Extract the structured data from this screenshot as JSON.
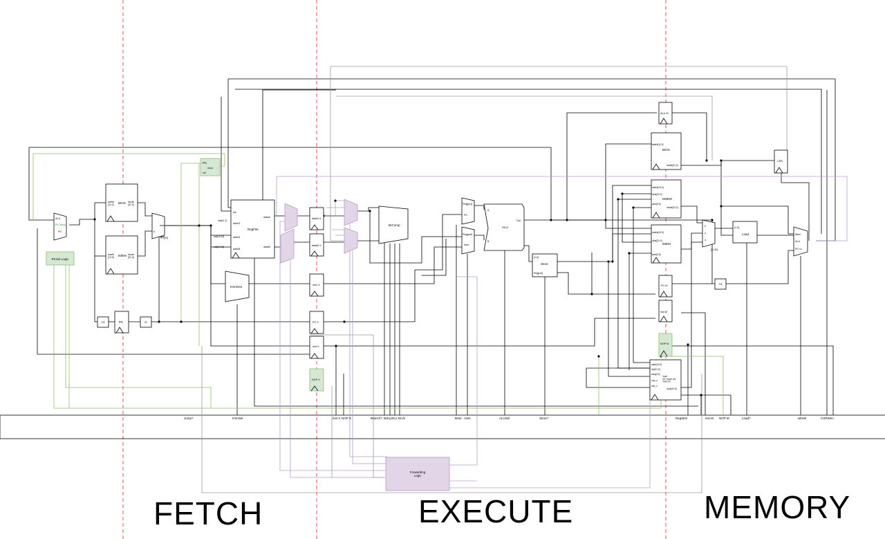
{
  "stages": {
    "fetch": "FETCH",
    "execute": "EXECUTE",
    "memory": "MEMORY"
  },
  "colors": {
    "line": "#000000",
    "green_line": "#8fbf6a",
    "purple_line": "#b49cc8",
    "gray_line": "#9a9a9a",
    "green_fill": "#d5e8d4",
    "purple_fill": "#e1d5e7",
    "stage_divider": "#e02020"
  },
  "blocks": {
    "pc_sel_logic": "PCSel Logic",
    "pc_clock": {
      "title": "PC",
      "clock": "clock",
      "init": "init"
    },
    "pc_mux": {
      "alu": "ALU",
      "pc_clock": "PC-clock",
      "pc": "PC"
    },
    "bios_fetch": {
      "name": "BIOS",
      "addr": "addrb\n[11:0]",
      "dout": "doutb\n[31:0]"
    },
    "imem_fetch": {
      "name": "IMEM",
      "addr": "addrb\n[13:0]",
      "dout": "doutb\n[31:0]"
    },
    "inst_mux": {
      "inst": "inst",
      "b": "b",
      "pc30": "PC[30]"
    },
    "plus4": "+4",
    "pc_reg": "PC",
    "minus4": "-4",
    "regfile": {
      "name": "RegFile",
      "we": "we",
      "addrD": "addrD",
      "addrA": "addrA",
      "addrB": "addrB",
      "dataA": "dataA",
      "dataB": "dataB",
      "inst1": "inst[11:7]",
      "inst2": "inst[19:15]",
      "inst3": "inst[24:20]"
    },
    "immgen": "ImmGen",
    "datax": {
      "a": "dataA X",
      "b": "dataB X"
    },
    "immx": "imm X",
    "pcx": "PC X",
    "instx": "inst X",
    "nopx": "NOP X",
    "brcomp": "BrComp",
    "exec_mux": {
      "reg_rs1": "Reg[rs1]",
      "pc": "PC",
      "reg_rs2": "Reg[rs2]",
      "imm": "imm"
    },
    "alu": {
      "name": "ALU",
      "a": "A",
      "b": "B",
      "out": "Out"
    },
    "store": {
      "name": "Store",
      "s1": "[1:0]",
      "s2": "Reg[rs2]"
    },
    "alum": "ALU M",
    "bios_mem": {
      "name": "BIOS",
      "addr": "addrb[11:0]",
      "dout": "doutb[31:0]"
    },
    "dmem": {
      "name": "DMEM",
      "addr": "addra[13:0]",
      "din": "dina[31:0]",
      "wea": "wea[3:0]",
      "dout": "douta[31:0]"
    },
    "imem_mem": {
      "name": "IMEM",
      "addr": "addra[13:0]",
      "din": "dina[31:0]",
      "wea": "wea[3:0]"
    },
    "pcm": "PC M",
    "instm": "inst M",
    "nopm": "NOP M",
    "uart": {
      "addr": "addr[13:0]",
      "din": "din[31:0]",
      "wea": "wea[3:0]",
      "nop_x": "nop_x",
      "inst_x": "inst_x",
      "dout": "dout[31:0]",
      "desc": "*uart\nI/O *cycle cnt\n*inst cnt"
    },
    "load": {
      "name": "Load",
      "s": "[1:0]"
    },
    "csr": "CSR",
    "wb_mux": {
      "mem": "Mem",
      "alu": "ALU",
      "pc4": "PC+4"
    },
    "mem_sel_mux": {
      "a": "b",
      "b": "a",
      "c": "d",
      "d": "[31:30]"
    },
    "plus4_mem": "+4",
    "forwarding": "Forwarding\nLogic"
  },
  "control_signals": [
    "Jump?",
    "ImmSel",
    "inst X",
    "NOP X",
    "Branch?",
    "BrEq",
    "BrLt",
    "BrUn",
    "BSel",
    "ASel",
    "ALUSel",
    "Store?",
    "RegWen",
    "inst M",
    "NOP M",
    "Load?",
    "wbSel",
    "CSRWen"
  ]
}
